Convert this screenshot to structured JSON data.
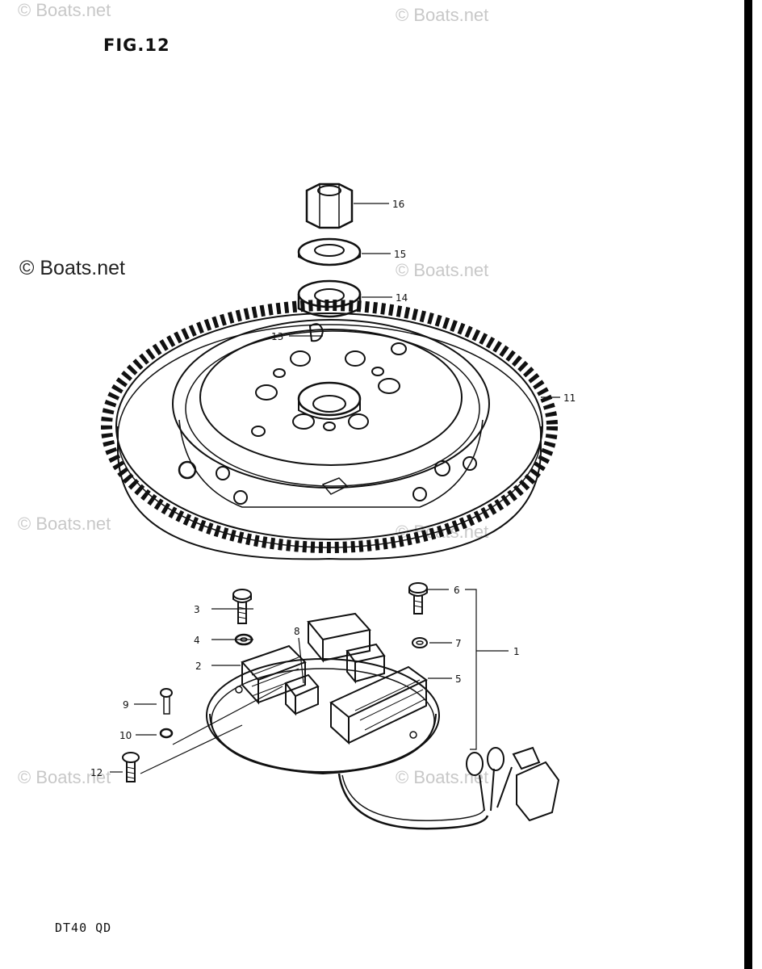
{
  "figure": {
    "title": "FIG.12",
    "model_code": "DT40 QD"
  },
  "watermark": {
    "main": "© Boats.net",
    "faint": "© Boats.net"
  },
  "callouts": [
    {
      "id": "1",
      "label": "1"
    },
    {
      "id": "2",
      "label": "2"
    },
    {
      "id": "3",
      "label": "3"
    },
    {
      "id": "4",
      "label": "4"
    },
    {
      "id": "5",
      "label": "5"
    },
    {
      "id": "6",
      "label": "6"
    },
    {
      "id": "7",
      "label": "7"
    },
    {
      "id": "8",
      "label": "8"
    },
    {
      "id": "9",
      "label": "9"
    },
    {
      "id": "10",
      "label": "10"
    },
    {
      "id": "11",
      "label": "11"
    },
    {
      "id": "12",
      "label": "12"
    },
    {
      "id": "13",
      "label": "13"
    },
    {
      "id": "14",
      "label": "14"
    },
    {
      "id": "15",
      "label": "15"
    },
    {
      "id": "16",
      "label": "16"
    }
  ]
}
